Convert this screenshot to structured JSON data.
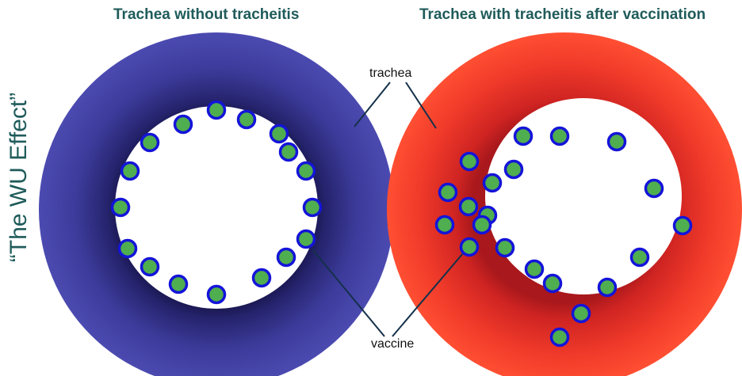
{
  "titles": {
    "left": "Trachea without tracheitis",
    "right": "Trachea with tracheitis after vaccination"
  },
  "side_label": "“The WU Effect”",
  "labels": {
    "trachea": "trachea",
    "vaccine": "vaccine"
  },
  "colors": {
    "title_text": "#1f5b5a",
    "healthy_trachea_outer": "#4a49ad",
    "healthy_trachea_inner": "#1c1a5c",
    "inflamed_trachea_outer": "#ff4a35",
    "inflamed_trachea_inner": "#b41c1c",
    "vaccine_particle_fill": "#4fae4f",
    "vaccine_particle_ring": "#1414d9",
    "pointer_line": "#14304a"
  }
}
